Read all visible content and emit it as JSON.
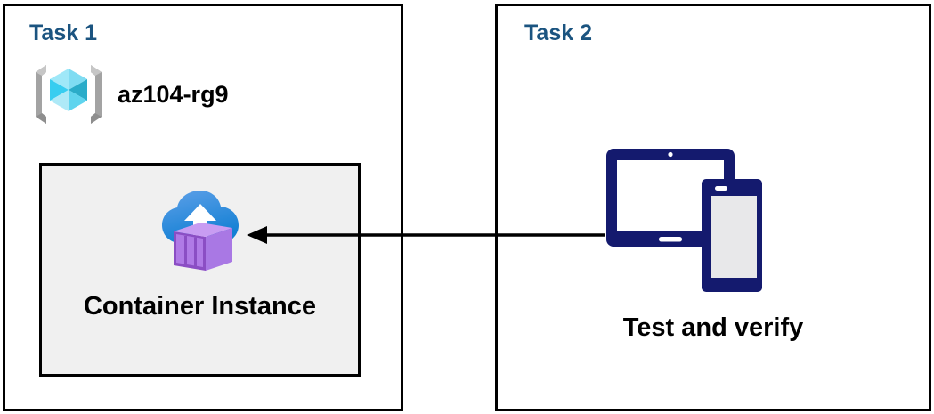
{
  "diagram": {
    "background_color": "#ffffff",
    "panels": [
      {
        "id": "task1",
        "title": "Task 1",
        "title_color": "#1b5480",
        "resource_group": {
          "label": "az104-rg9",
          "icon": "azure-resource-group-icon"
        },
        "resource": {
          "label": "Container Instance",
          "icon": "azure-container-instance-icon",
          "card_fill": "#f0f0f0",
          "card_border": "#000000"
        }
      },
      {
        "id": "task2",
        "title": "Task 2",
        "title_color": "#1b5480",
        "resource": {
          "label": "Test and verify",
          "icon": "tablet-and-phone-devices-icon",
          "icon_color": "#141a6e"
        }
      }
    ],
    "connector": {
      "direction": "right-to-left",
      "from": "task2-devices",
      "to": "task1-container-instance",
      "color": "#000000",
      "arrowhead": "solid-triangle"
    }
  }
}
